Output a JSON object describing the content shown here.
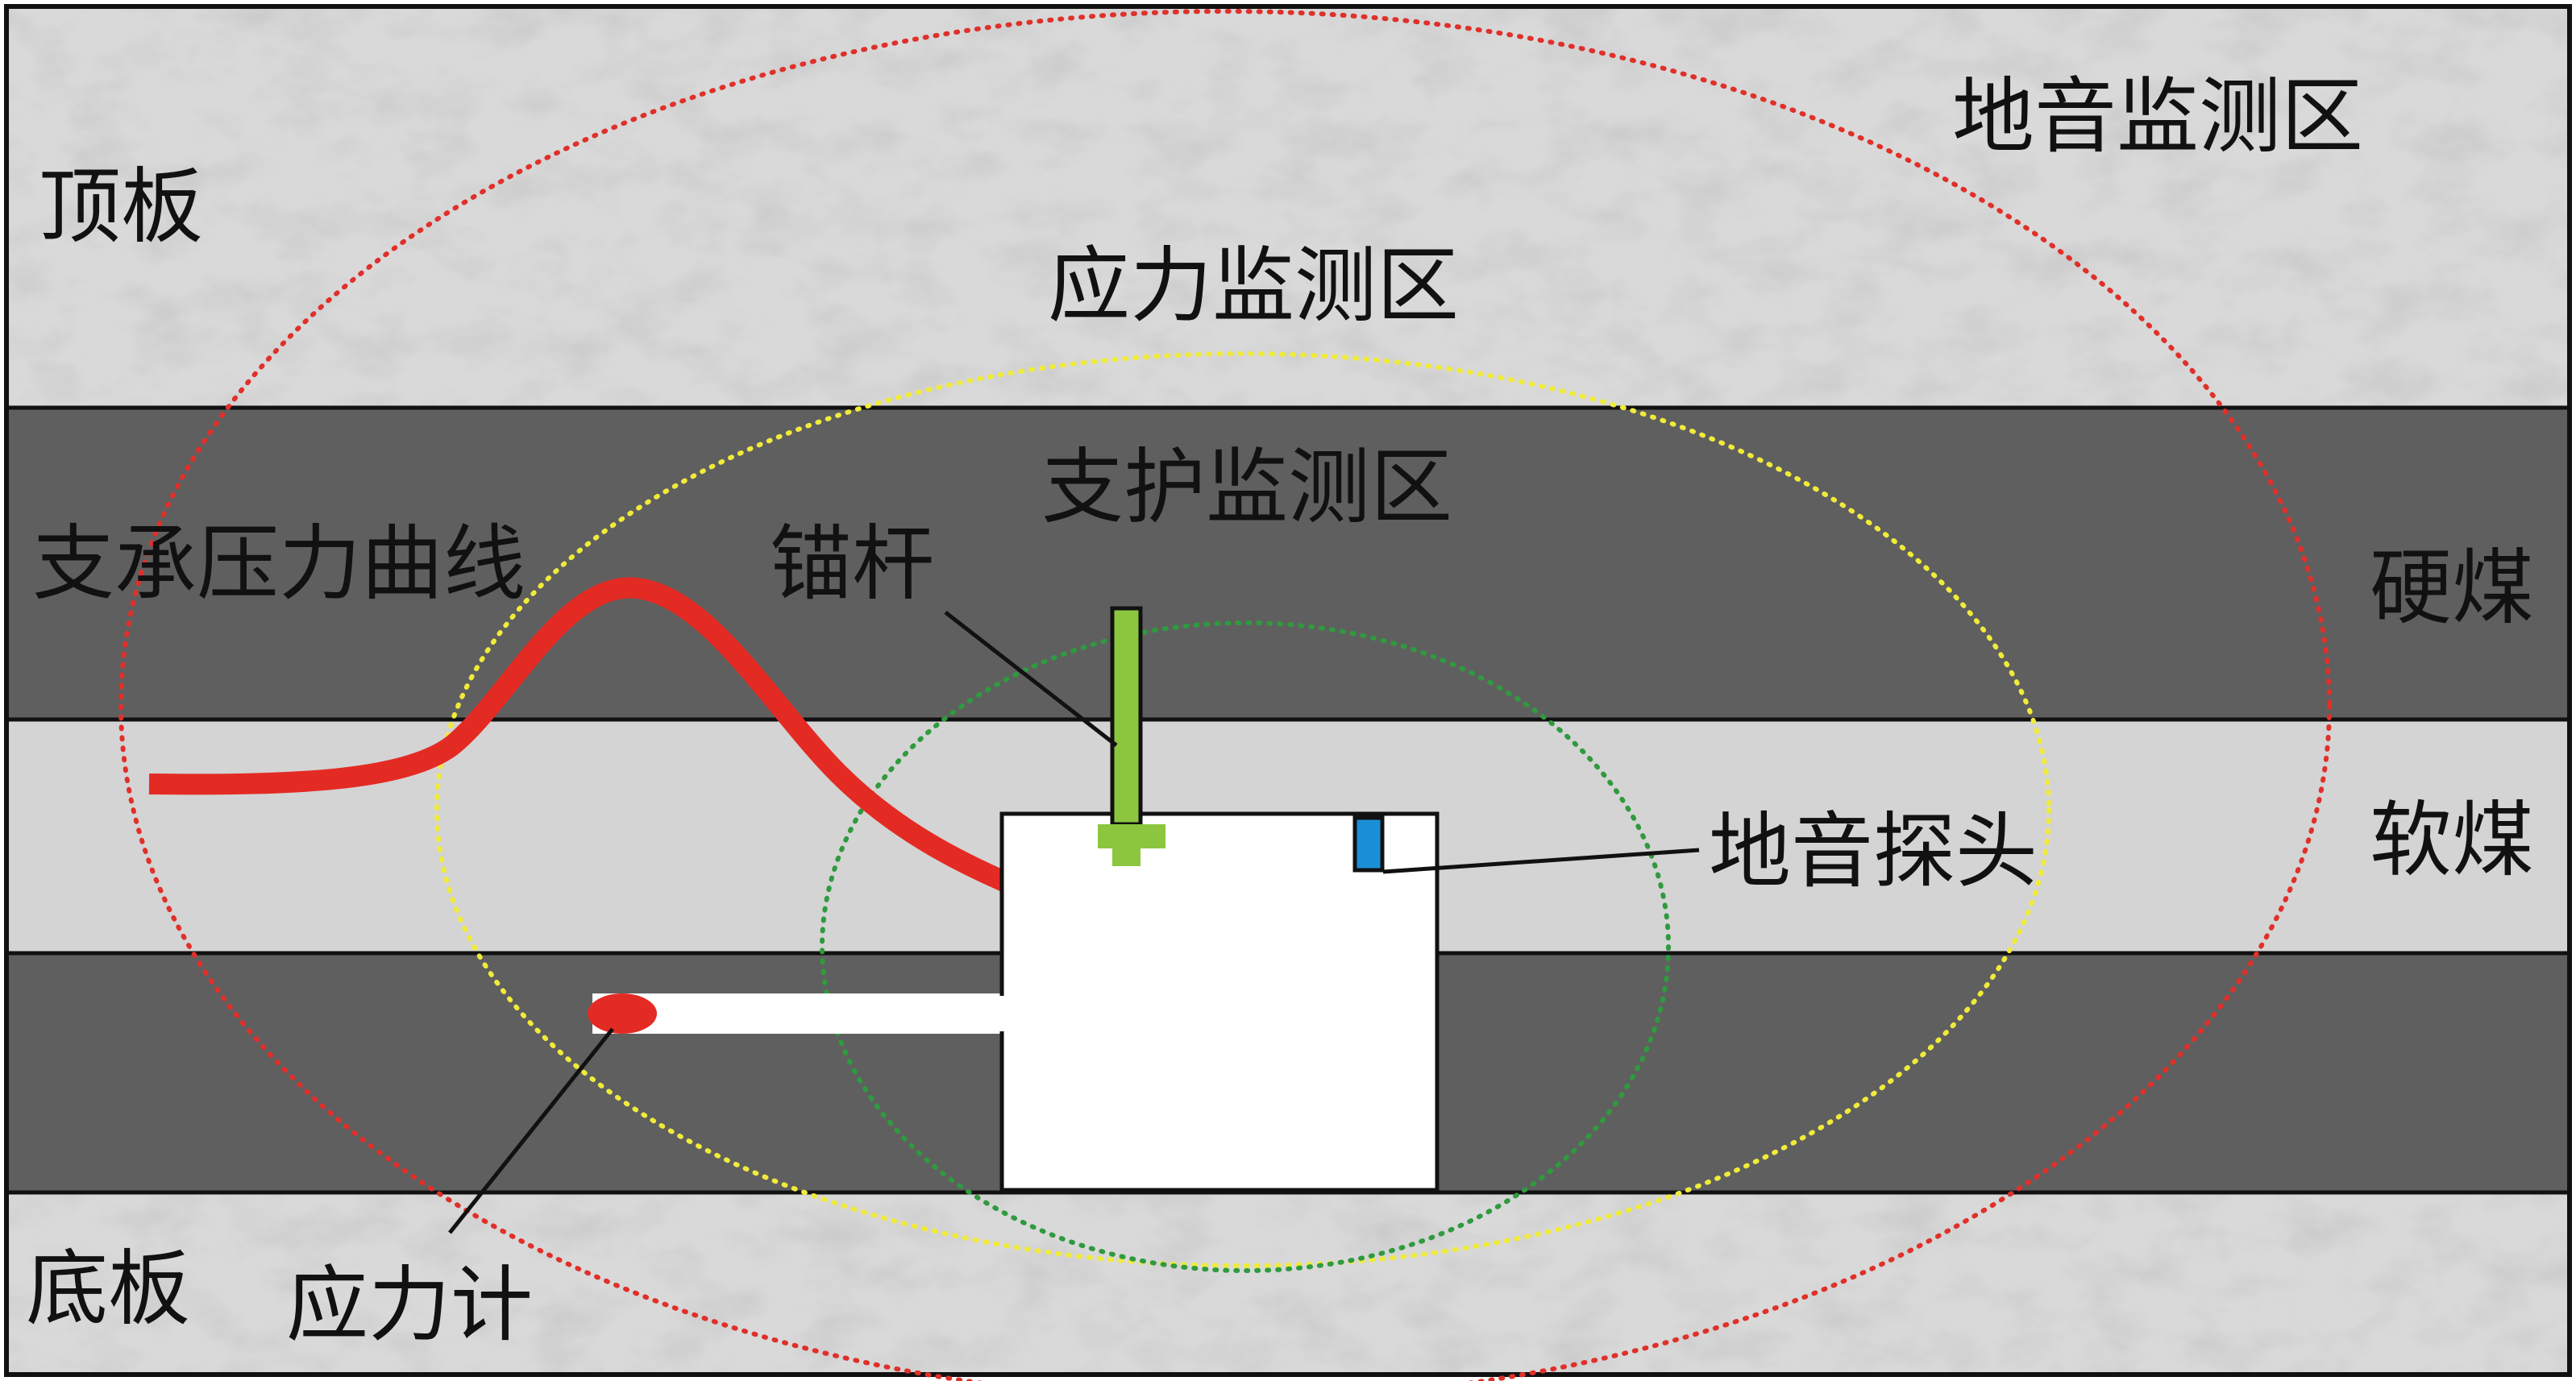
{
  "labels": {
    "roof": "顶板",
    "floor": "底板",
    "hard_coal": "硬煤",
    "soft_coal": "软煤",
    "microseismic_zone": "地音监测区",
    "stress_zone": "应力监测区",
    "support_zone": "支护监测区",
    "abutment_pressure_curve": "支承压力曲线",
    "anchor_bolt": "锚杆",
    "microseismic_probe": "地音探头",
    "stress_meter": "应力计"
  },
  "colors": {
    "rock_base": "#d9d9d9",
    "hard_coal": "#5f5f5f",
    "soft_coal": "#d4d4d4",
    "roadway": "#ffffff",
    "outline": "#111111",
    "microseismic_zone": "#e0302a",
    "stress_zone": "#f0eb3a",
    "support_zone": "#2f9a3e",
    "pressure_curve": "#e32b24",
    "anchor_bolt": "#8cc63f",
    "probe": "#1b8fd6",
    "stress_meter": "#e32b24"
  }
}
